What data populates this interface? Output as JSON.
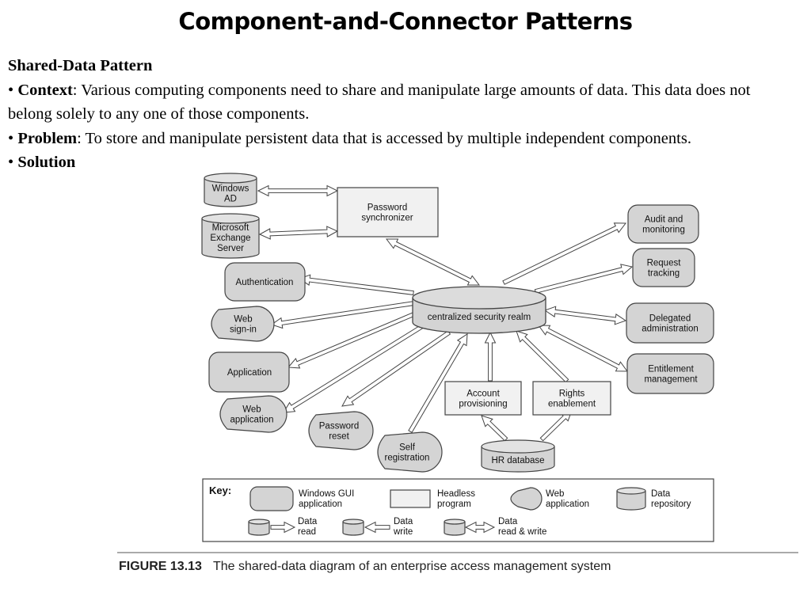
{
  "slide": {
    "title": "Component-and-Connector Patterns"
  },
  "text": {
    "heading": "Shared-Data Pattern",
    "bullet": "•",
    "context_label": "Context",
    "context_text": ": Various computing components need to share and manipulate large amounts of data. This data does not belong solely to any one of those components.",
    "problem_label": "Problem",
    "problem_text": ": To store and manipulate persistent data that is accessed by multiple independent components.",
    "solution_label": "Solution"
  },
  "diagram": {
    "center": "centralized security realm",
    "windows_ad": [
      "Windows",
      "AD"
    ],
    "exchange": [
      "Microsoft",
      "Exchange",
      "Server"
    ],
    "password_sync": [
      "Password",
      "synchronizer"
    ],
    "authentication": [
      "Authentication"
    ],
    "web_signin": [
      "Web",
      "sign-in"
    ],
    "application": [
      "Application"
    ],
    "web_application": [
      "Web",
      "application"
    ],
    "password_reset": [
      "Password",
      "reset"
    ],
    "self_registration": [
      "Self",
      "registration"
    ],
    "account_provisioning": [
      "Account",
      "provisioning"
    ],
    "rights_enablement": [
      "Rights",
      "enablement"
    ],
    "hr_database": [
      "HR database"
    ],
    "audit": [
      "Audit and",
      "monitoring"
    ],
    "request_tracking": [
      "Request",
      "tracking"
    ],
    "delegated_admin": [
      "Delegated",
      "administration"
    ],
    "entitlement": [
      "Entitlement",
      "management"
    ]
  },
  "key": {
    "heading": "Key:",
    "gui": [
      "Windows GUI",
      "application"
    ],
    "headless": [
      "Headless",
      "program"
    ],
    "web": [
      "Web",
      "application"
    ],
    "repo": [
      "Data",
      "repository"
    ],
    "read": [
      "Data",
      "read"
    ],
    "write": [
      "Data",
      "write"
    ],
    "readwrite": [
      "Data",
      "read & write"
    ]
  },
  "caption": {
    "figure": "FIGURE 13.13",
    "text": "The shared-data diagram of an enterprise access management system"
  },
  "colors": {
    "shape_fill": "#d4d4d4",
    "headless_fill": "#f1f1f1",
    "stroke": "#444444",
    "caption_rule": "#777777"
  }
}
